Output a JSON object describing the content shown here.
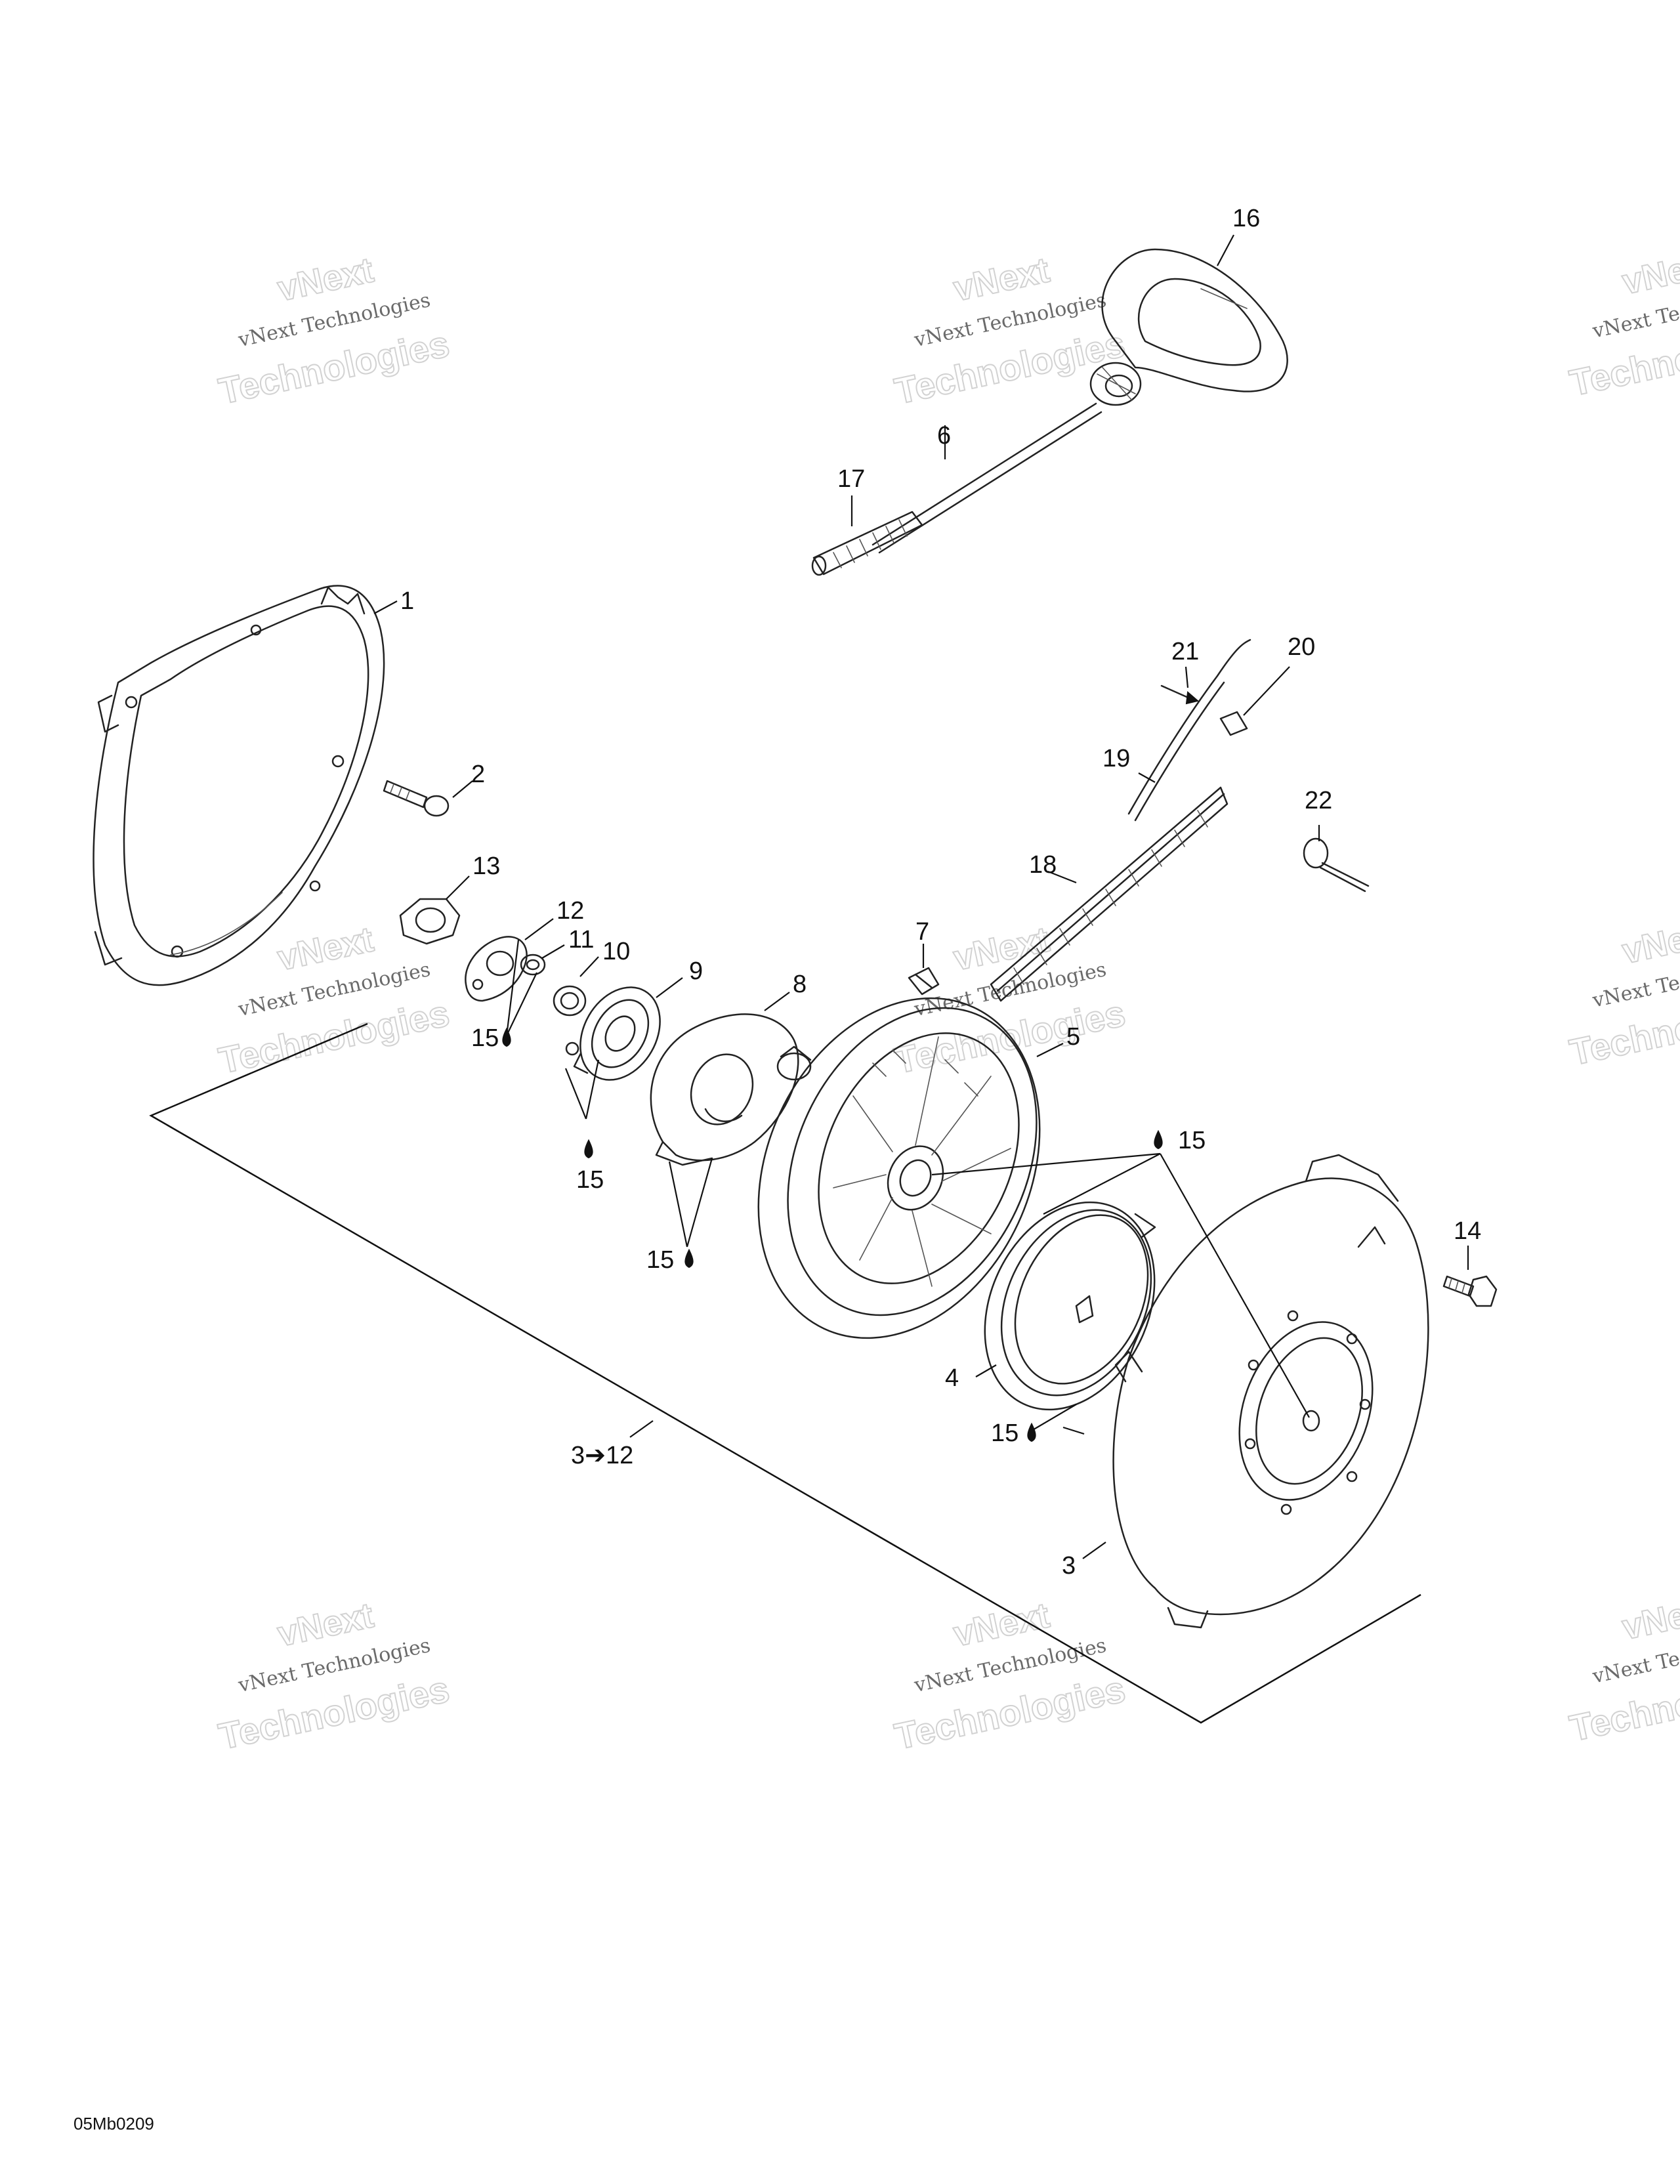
{
  "diagram": {
    "code": "05Mb0209",
    "watermark": {
      "line1": "vNext",
      "line2": "vNext Technologies",
      "line3": "Technologies"
    },
    "callouts": {
      "c1": "1",
      "c2": "2",
      "c3": "3",
      "c3to12": "3➔12",
      "c4": "4",
      "c5": "5",
      "c6": "6",
      "c7": "7",
      "c8": "8",
      "c9": "9",
      "c10": "10",
      "c11": "11",
      "c12": "12",
      "c13": "13",
      "c14": "14",
      "c15": "15",
      "c16": "16",
      "c17": "17",
      "c18": "18",
      "c19": "19",
      "c20": "20",
      "c21": "21",
      "c22": "22"
    }
  }
}
